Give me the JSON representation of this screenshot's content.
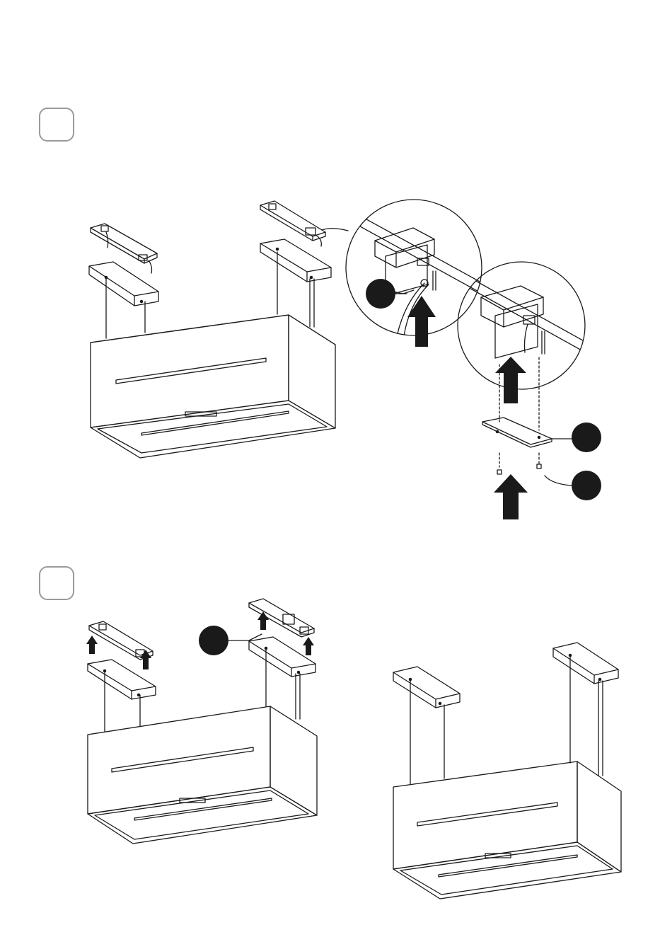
{
  "steps": [
    {
      "number": ""
    },
    {
      "number": ""
    }
  ],
  "callouts": [
    {
      "label": ""
    },
    {
      "label": ""
    },
    {
      "label": ""
    },
    {
      "label": ""
    }
  ],
  "colors": {
    "line": "#1a1a1a",
    "arrow": "#1a1a1a",
    "step_border": "#9a9a9a",
    "background": "#ffffff"
  },
  "icons": [
    "up-arrow-icon",
    "hood-unit",
    "ceiling-bracket",
    "cover-plate",
    "screw"
  ]
}
